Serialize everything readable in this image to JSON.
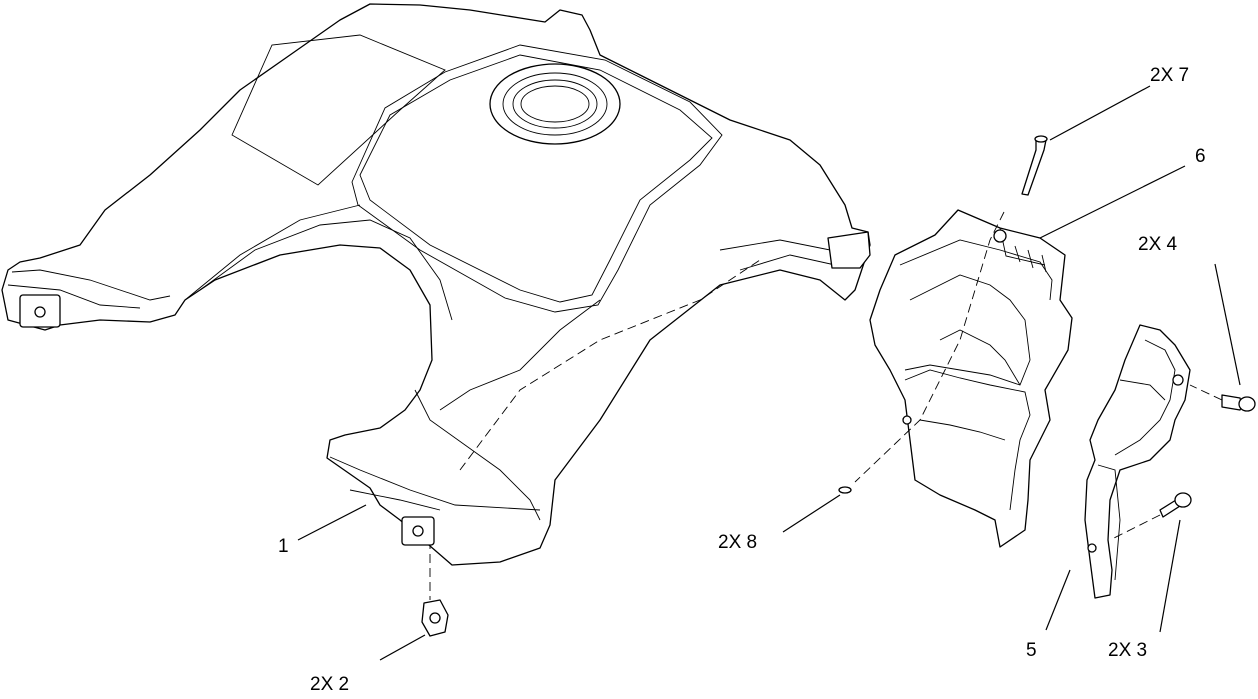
{
  "callouts": {
    "c1": "1",
    "c2": "2X  2",
    "c3": "2X  3",
    "c4": "2X  4",
    "c5": "5",
    "c6": "6",
    "c7": "2X  7",
    "c8": "2X  8"
  }
}
